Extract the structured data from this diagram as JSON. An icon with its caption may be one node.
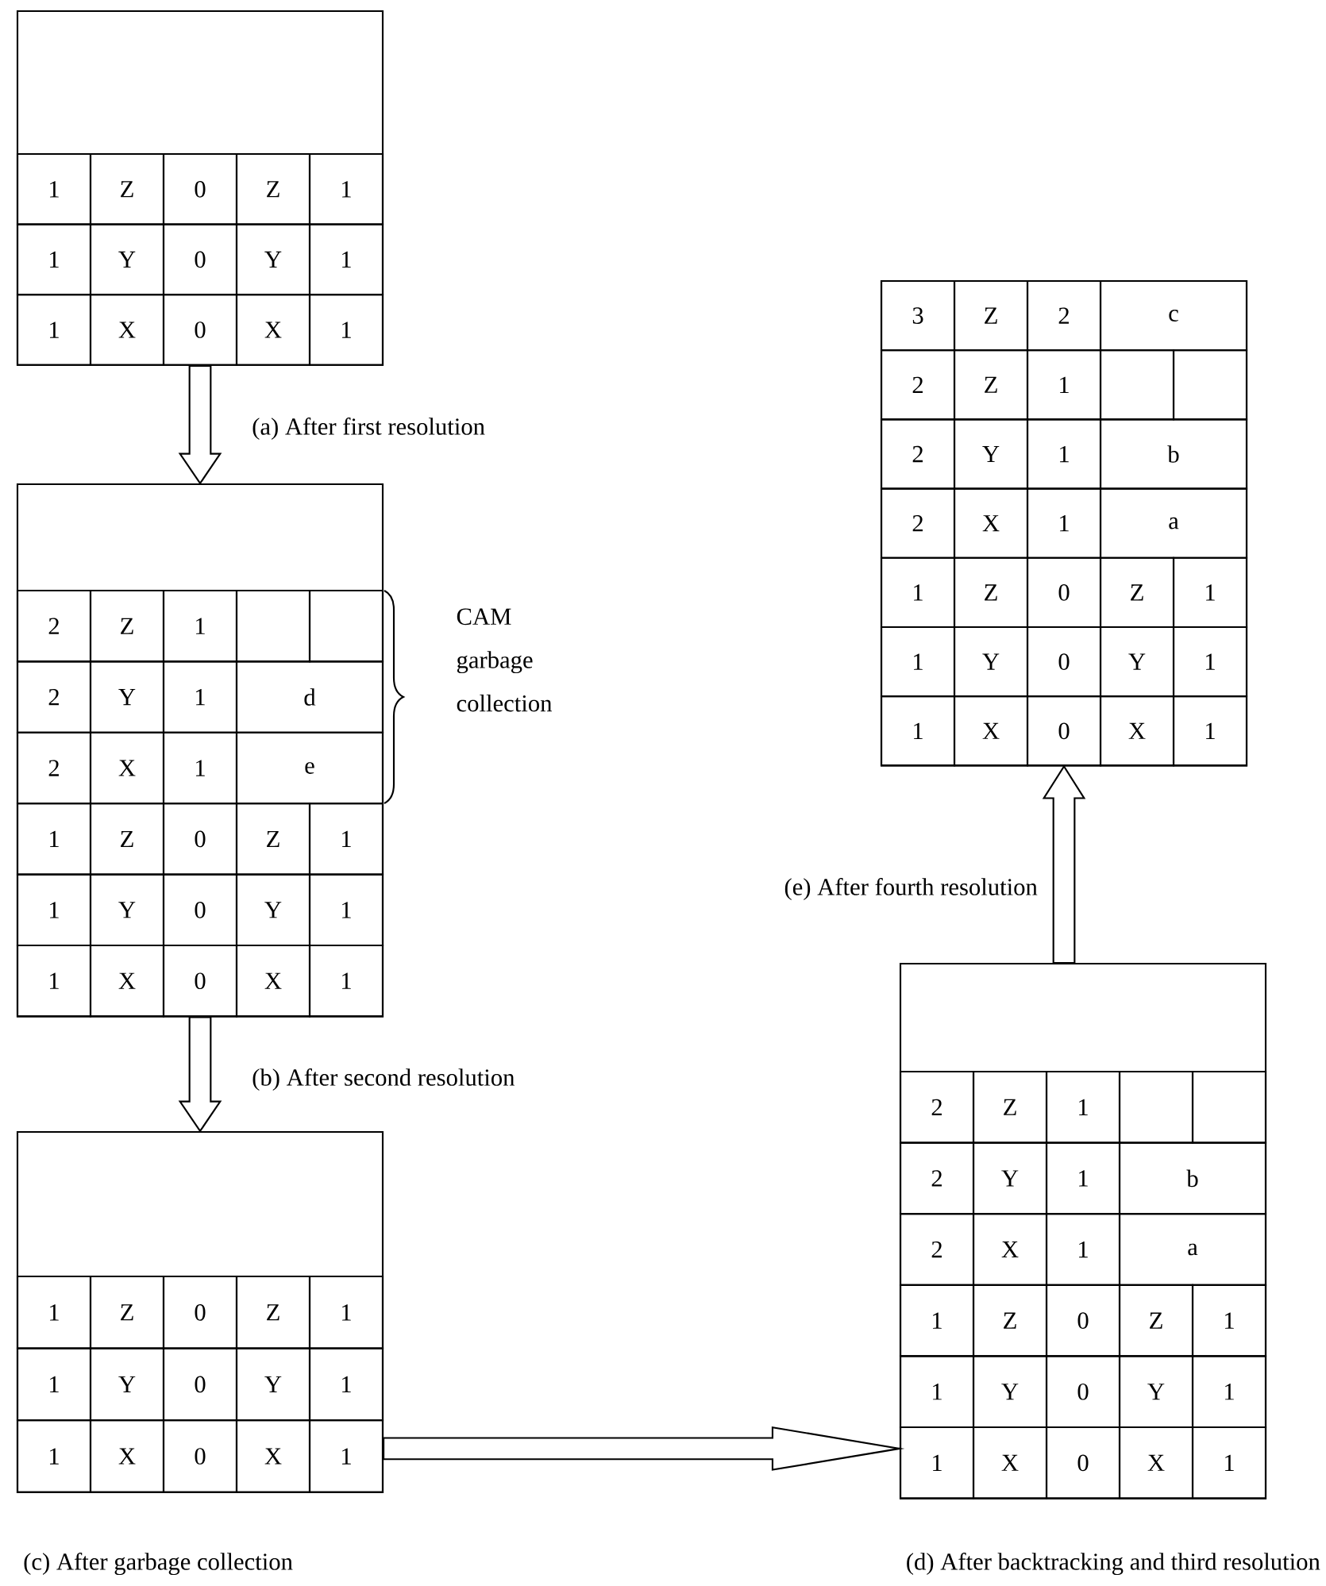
{
  "diagram": {
    "nodes": [
      {
        "text": [
          "1",
          "Z",
          "0",
          "Z",
          "1",
          "1",
          "Y",
          "0",
          "Y",
          "1",
          "1",
          "X",
          "0",
          "X",
          "1"
        ]
      },
      {
        "text": [
          "2",
          "Z",
          "1",
          "2",
          "Y",
          "1",
          "d",
          "2",
          "X",
          "1",
          "e",
          "1",
          "Z",
          "0",
          "Z",
          "1",
          "1",
          "Y",
          "0",
          "Y",
          "1",
          "1",
          "X",
          "0",
          "X",
          "1"
        ]
      },
      {
        "text": [
          "1",
          "Z",
          "0",
          "Z",
          "1",
          "1",
          "Y",
          "0",
          "Y",
          "1",
          "1",
          "X",
          "0",
          "X",
          "1"
        ],
        "beside": [
          "(c) After garbage collection"
        ]
      },
      {
        "text": [
          "2",
          "Z",
          "1",
          "2",
          "Y",
          "1",
          "b",
          "2",
          "X",
          "1",
          "a",
          "1",
          "Z",
          "0",
          "Z",
          "1",
          "1",
          "Y",
          "0",
          "Y",
          "1",
          "1",
          "X",
          "0",
          "X",
          "1"
        ],
        "beside": [
          "(d) After backtracking and third resolution"
        ]
      },
      {
        "text": [
          "3",
          "Z",
          "2",
          "c",
          "2",
          "Z",
          "1",
          "2",
          "Y",
          "1",
          "b",
          "2",
          "X",
          "1",
          "a",
          "1",
          "Z",
          "0",
          "Z",
          "1",
          "1",
          "Y",
          "0",
          "Y",
          "1",
          "1",
          "X",
          "0",
          "X",
          "1"
        ]
      }
    ],
    "edges": [
      {
        "from": 0,
        "to": 1,
        "arrow": "to",
        "label": "(a) After first resolution"
      },
      {
        "from": 1,
        "to": 2,
        "arrow": "to",
        "label": "(b) After second resolution"
      },
      {
        "from": 2,
        "to": 3,
        "arrow": "to"
      },
      {
        "from": 3,
        "to": 4,
        "arrow": "to",
        "label": "(e) After fourth resolution"
      }
    ],
    "labels": [
      "CAM garbage collection"
    ]
  }
}
